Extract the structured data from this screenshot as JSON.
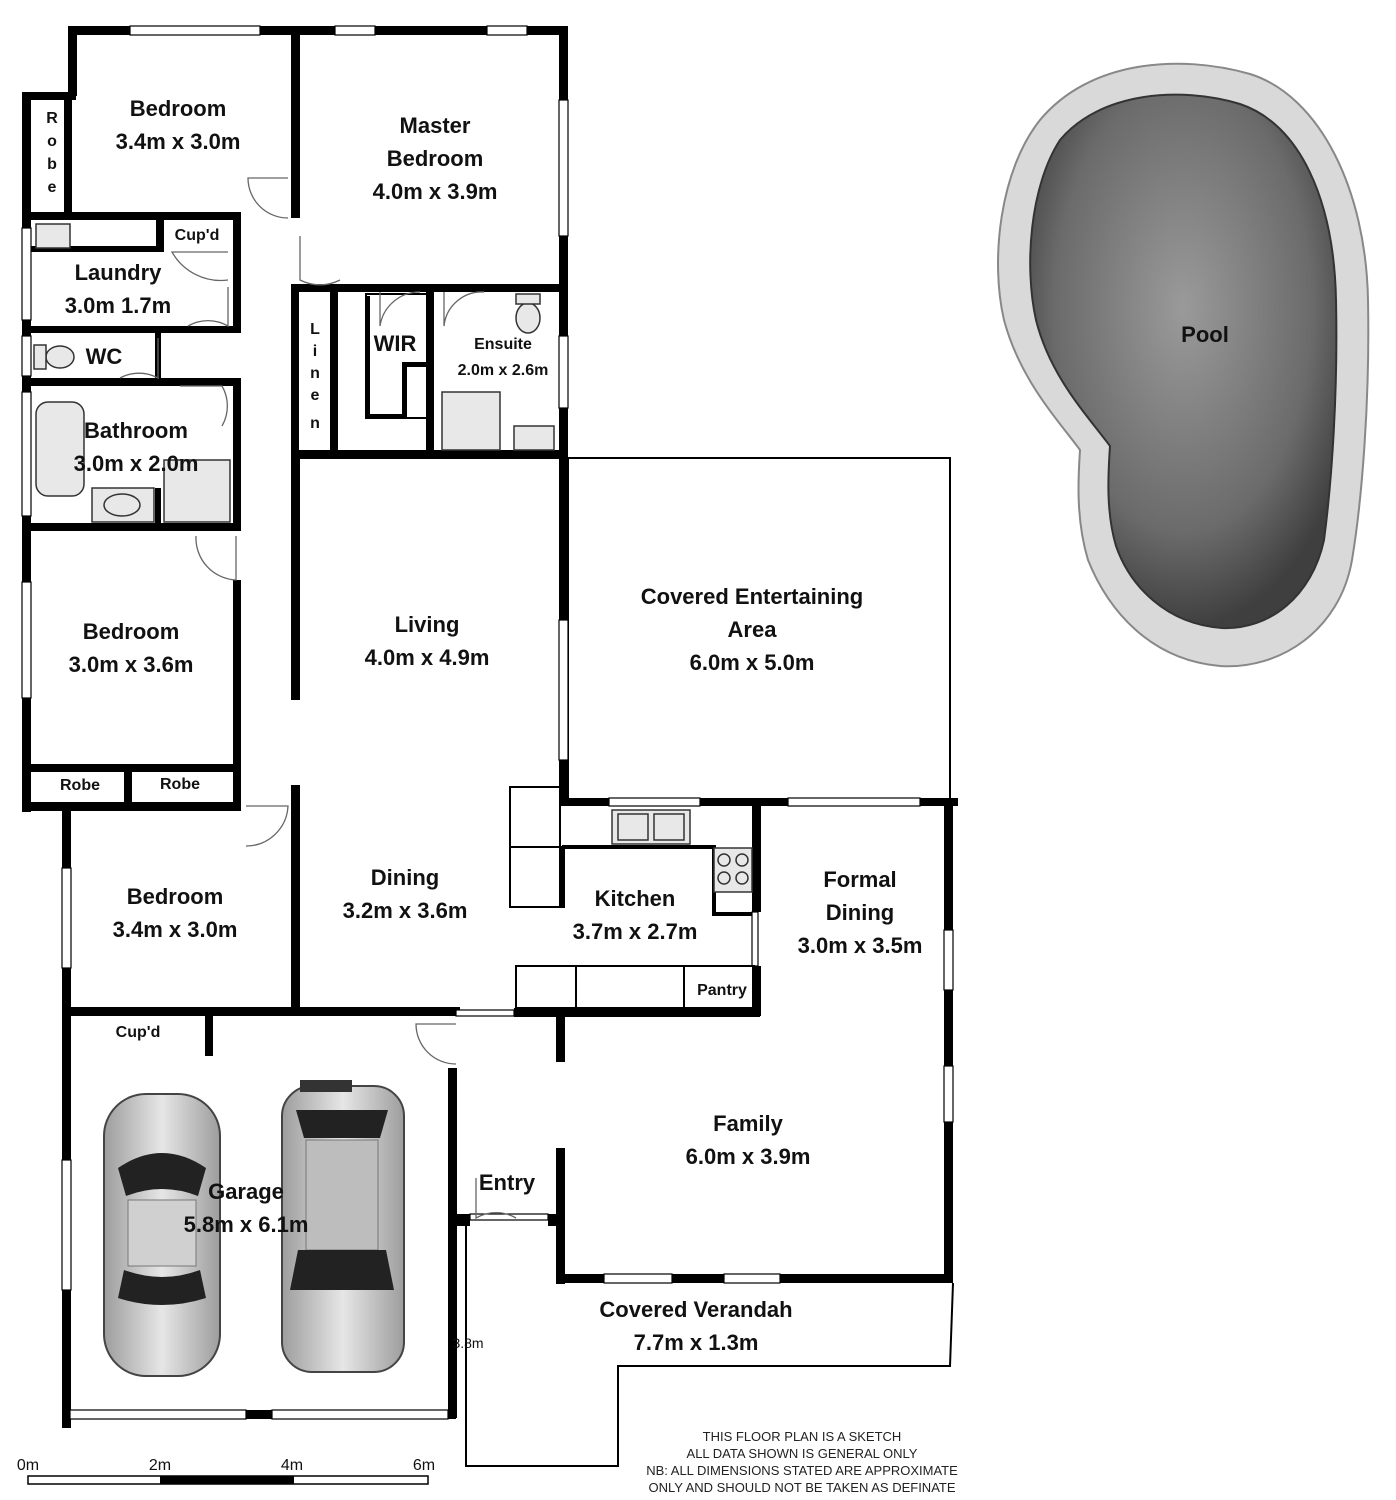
{
  "rooms": {
    "bedroom_1": {
      "name": "Bedroom",
      "size": "3.4m x 3.0m"
    },
    "master": {
      "name_line1": "Master",
      "name_line2": "Bedroom",
      "size": "4.0m x 3.9m"
    },
    "robe_vertical": [
      "R",
      "o",
      "b",
      "e"
    ],
    "laundry": {
      "name": "Laundry",
      "size": "3.0m 1.7m",
      "cupd": "Cup'd"
    },
    "wc": {
      "name": "WC"
    },
    "linen": [
      "L",
      "i",
      "n",
      "e",
      "n"
    ],
    "wir": {
      "name": "WIR"
    },
    "ensuite": {
      "name": "Ensuite",
      "size": "2.0m x 2.6m"
    },
    "bathroom": {
      "name": "Bathroom",
      "size": "3.0m x 2.0m"
    },
    "bedroom_2": {
      "name": "Bedroom",
      "size": "3.0m x 3.6m"
    },
    "living": {
      "name": "Living",
      "size": "4.0m x 4.9m"
    },
    "entertaining": {
      "name_line1": "Covered Entertaining",
      "name_line2": "Area",
      "size": "6.0m x 5.0m"
    },
    "robe_left": "Robe",
    "robe_right": "Robe",
    "bedroom_3": {
      "name": "Bedroom",
      "size": "3.4m x 3.0m"
    },
    "dining": {
      "name": "Dining",
      "size": "3.2m x 3.6m"
    },
    "kitchen": {
      "name": "Kitchen",
      "size": "3.7m x 2.7m"
    },
    "pantry": "Pantry",
    "formal_dining": {
      "name_line1": "Formal",
      "name_line2": "Dining",
      "size": "3.0m x 3.5m"
    },
    "garage": {
      "name": "Garage",
      "size": "5.8m x 6.1m",
      "cupd": "Cup'd"
    },
    "family": {
      "name": "Family",
      "size": "6.0m x 3.9m"
    },
    "entry": "Entry",
    "verandah": {
      "name": "Covered Verandah",
      "size": "7.7m x 1.3m"
    },
    "dimension_note": "3.8m",
    "pool": "Pool"
  },
  "scale_bar": [
    "0m",
    "2m",
    "4m",
    "6m"
  ],
  "disclaimer": [
    "THIS FLOOR PLAN IS A SKETCH",
    "ALL DATA SHOWN IS GENERAL ONLY",
    "NB: ALL DIMENSIONS STATED ARE APPROXIMATE",
    "ONLY AND SHOULD NOT BE TAKEN AS DEFINATE"
  ],
  "colors": {
    "wall": "#000000",
    "pool_water": "#6b6b6b",
    "pool_edge": "#d9d9d9"
  }
}
